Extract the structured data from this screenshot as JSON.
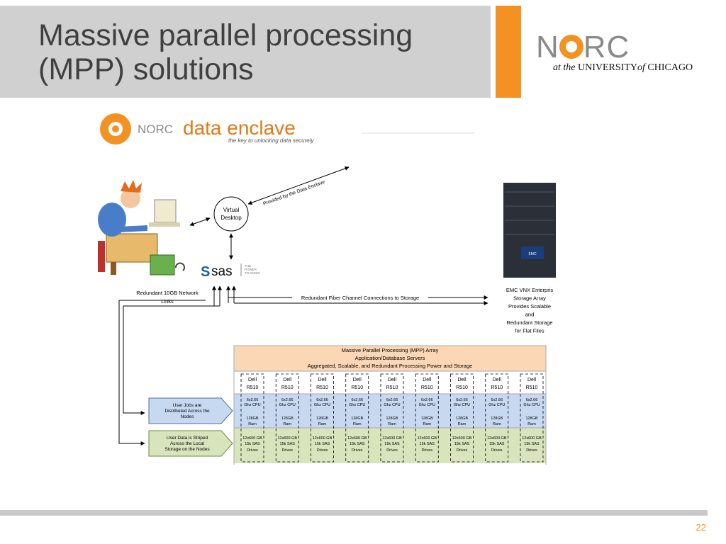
{
  "slide": {
    "title_line1": "Massive parallel processing",
    "title_line2": "(MPP) solutions",
    "page_number": "22",
    "colors": {
      "accent_orange": "#f39223",
      "header_gray": "#d0d0d0",
      "title_gray": "#404040"
    }
  },
  "logo": {
    "org": "NORC",
    "sub_prefix": "at the",
    "sub_main": "UNIVERSITY",
    "sub_of": "of",
    "sub_city": "CHICAGO"
  },
  "diagram": {
    "enclave_brand": "NORC",
    "enclave_title": "data enclave",
    "enclave_tagline": "the key to unlocking data securely",
    "provided_label": "Provided by the Data Enclave",
    "virtual_desktop_line1": "Virtual",
    "virtual_desktop_line2": "Desktop",
    "sas_label": "sas",
    "sas_tag1": "THE",
    "sas_tag2": "POWER",
    "sas_tag3": "TO KNOW.",
    "network_line1": "Redundant 10GB Network",
    "network_line2": "Links",
    "fiber_label": "Redundant Fiber Channel Connections to Storage",
    "emc_label": "EMC",
    "storage_lines": [
      "EMC VNX Enterpris",
      "Storage Array",
      "Provides Scalable",
      "and",
      "Redundant Storage",
      "for Flat Files"
    ],
    "mpp_title1": "Massive Parallel Processing (MPP) Array",
    "mpp_title2": "Application/Database Servers",
    "mpp_title3": "Aggregated, Scalable, and Redundant Processing Power and Storage",
    "node_name1": "Dell",
    "node_name2": "R510",
    "cpu_line1": "6x2.66",
    "cpu_line2": "Ghz CPU",
    "ram_line1": "128GB",
    "ram_line2": "Ram",
    "disk_line1": "12x600 GB",
    "disk_line2": "15k SAS",
    "disk_line3": "Drives",
    "node_count": 9,
    "jobs_line1": "User Jobs are",
    "jobs_line2": "Distributed Across the",
    "jobs_line3": "Nodes",
    "striped_line1": "User Data is Striped",
    "striped_line2": "Across the Local",
    "striped_line3": "Storage on the Nodes"
  }
}
